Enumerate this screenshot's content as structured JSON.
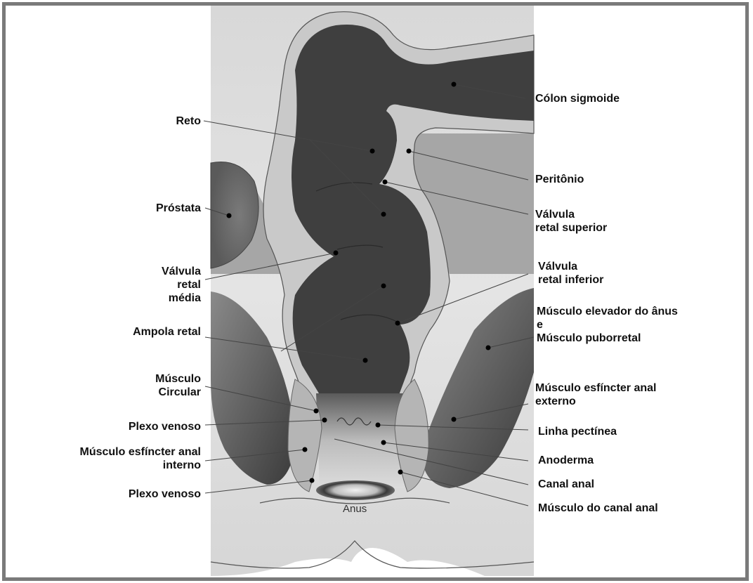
{
  "labels": {
    "colon_sigmoide": "Cólon sigmoide",
    "reto": "Reto",
    "peritonio": "Peritônio",
    "prostata": "Próstata",
    "valvula_retal_superior": "Válvula\nretal superior",
    "valvula_retal_media": "Válvula\nretal\nmédia",
    "valvula_retal_inferior": "Válvula\nretal inferior",
    "musculo_elevador": "Músculo elevador do ânus\ne\nMúsculo puborretal",
    "ampola_retal": "Ampola retal",
    "musculo_circular": "Músculo\nCircular",
    "musculo_esfincter_externo": "Músculo esfíncter anal\nexterno",
    "plexo_venoso_1": "Plexo venoso",
    "linha_pectinea": "Linha pectínea",
    "musculo_esfincter_interno": "Músculo esfíncter anal\ninterno",
    "anoderma": "Anoderma",
    "canal_anal": "Canal anal",
    "plexo_venoso_2": "Plexo venoso",
    "musculo_canal_anal": "Músculo do canal anal",
    "anus": "Anus"
  }
}
